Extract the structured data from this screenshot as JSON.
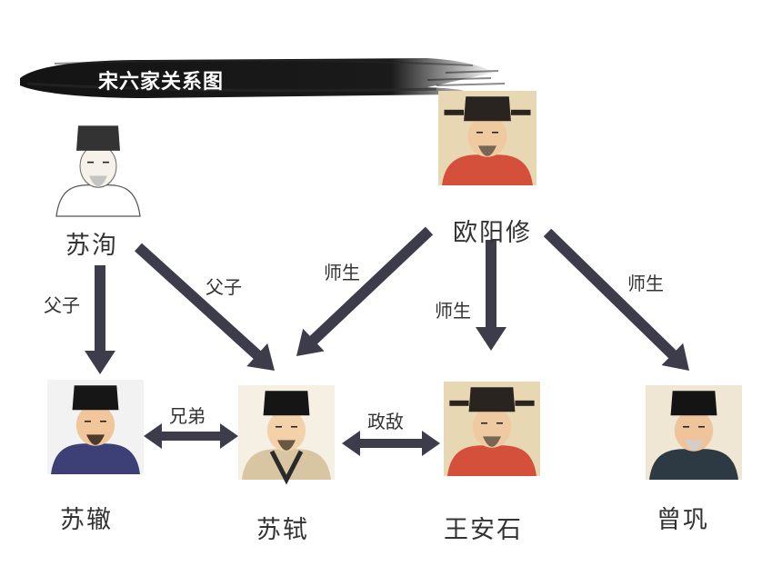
{
  "title": "宋六家关系图",
  "colors": {
    "arrow": "#3d3c4a",
    "banner": "#141414",
    "label": "#333333"
  },
  "people": [
    {
      "id": "su-xun",
      "name": "苏洵",
      "portrait": "ink-sketch-portrait"
    },
    {
      "id": "ouyang-xiu",
      "name": "欧阳修",
      "portrait": "red-robe-portrait"
    },
    {
      "id": "su-zhe",
      "name": "苏辙",
      "portrait": "blue-robe-portrait"
    },
    {
      "id": "su-shi",
      "name": "苏轼",
      "portrait": "beige-robe-portrait"
    },
    {
      "id": "wang-anshi",
      "name": "王安石",
      "portrait": "red-robe-portrait"
    },
    {
      "id": "zeng-gong",
      "name": "曾巩",
      "portrait": "dark-robe-portrait"
    }
  ],
  "relations": [
    {
      "from": "su-xun",
      "to": "su-zhe",
      "label": "父子",
      "type": "directed"
    },
    {
      "from": "su-xun",
      "to": "su-shi",
      "label": "父子",
      "type": "directed"
    },
    {
      "from": "ouyang-xiu",
      "to": "su-shi",
      "label": "师生",
      "type": "directed"
    },
    {
      "from": "ouyang-xiu",
      "to": "wang-anshi",
      "label": "师生",
      "type": "directed"
    },
    {
      "from": "ouyang-xiu",
      "to": "zeng-gong",
      "label": "师生",
      "type": "directed"
    },
    {
      "from": "su-zhe",
      "to": "su-shi",
      "label": "兄弟",
      "type": "bidirectional"
    },
    {
      "from": "su-shi",
      "to": "wang-anshi",
      "label": "政敌",
      "type": "bidirectional"
    }
  ]
}
